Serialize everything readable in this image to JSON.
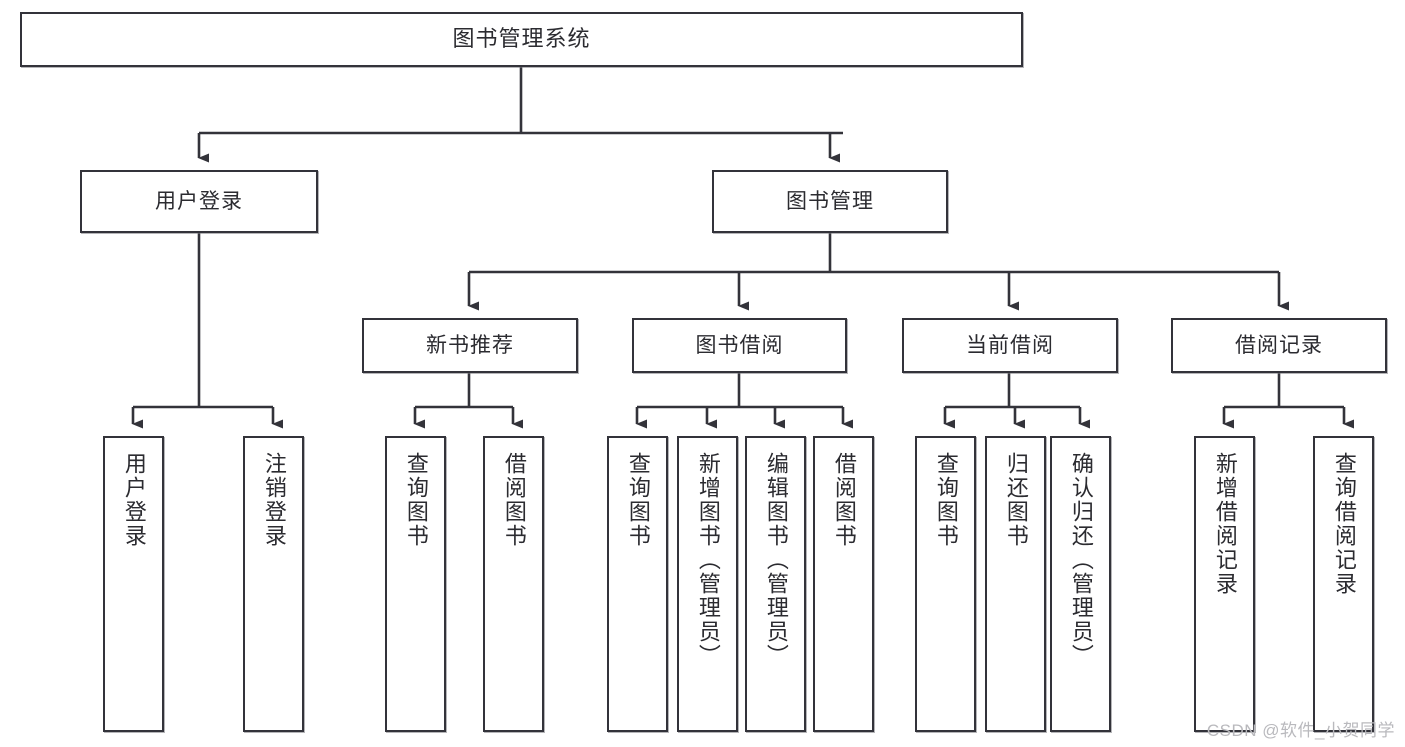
{
  "diagram": {
    "title": "图书管理系统",
    "type": "tree-hierarchy",
    "arrow_color": "#33333a",
    "box_border_color": "#33333a",
    "background_color": "#ffffff",
    "text_color": "#2b2b30"
  },
  "watermark": {
    "text": "CSDN @软件_小贺同学",
    "color": "#b9b9bd"
  },
  "nodes": {
    "root": {
      "label": "图书管理系统"
    },
    "level1": [
      {
        "label": "用户登录"
      },
      {
        "label": "图书管理"
      }
    ],
    "level2": [
      {
        "label": "新书推荐"
      },
      {
        "label": "图书借阅"
      },
      {
        "label": "当前借阅"
      },
      {
        "label": "借阅记录"
      }
    ],
    "leaves": {
      "user_login": [
        {
          "label": "用户登录"
        },
        {
          "label": "注销登录"
        }
      ],
      "new_book_recommend": [
        {
          "label": "查询图书"
        },
        {
          "label": "借阅图书"
        }
      ],
      "book_borrow": [
        {
          "label": "查询图书"
        },
        {
          "label": "新增图书（管理员）"
        },
        {
          "label": "编辑图书（管理员）"
        },
        {
          "label": "借阅图书"
        }
      ],
      "current_borrow": [
        {
          "label": "查询图书"
        },
        {
          "label": "归还图书"
        },
        {
          "label": "确认归还（管理员）"
        }
      ],
      "borrow_record": [
        {
          "label": "新增借阅记录"
        },
        {
          "label": "查询借阅记录"
        }
      ]
    }
  }
}
